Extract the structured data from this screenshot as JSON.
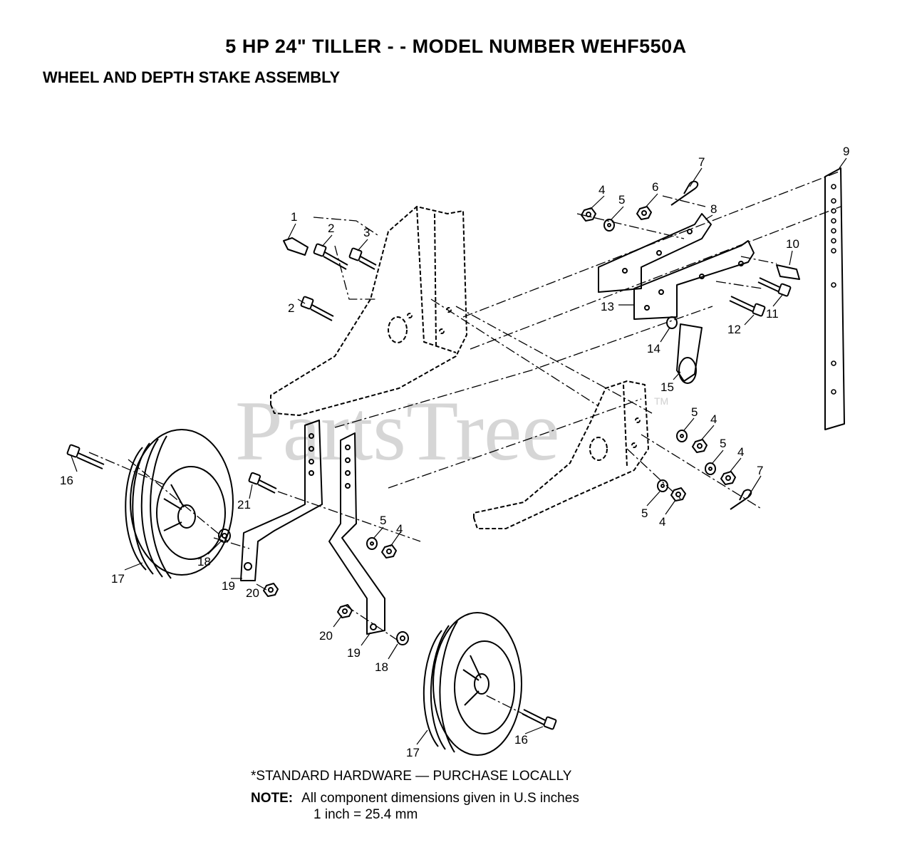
{
  "title": "5 HP 24\" TILLER - - MODEL NUMBER WEHF550A",
  "subtitle": "WHEEL AND DEPTH STAKE ASSEMBLY",
  "watermark": {
    "text": "PartsTree",
    "tm": "TM"
  },
  "callouts": [
    {
      "id": "c1",
      "text": "1"
    },
    {
      "id": "c2a",
      "text": "2"
    },
    {
      "id": "c3",
      "text": "3"
    },
    {
      "id": "c2b",
      "text": "2"
    },
    {
      "id": "c4a",
      "text": "4"
    },
    {
      "id": "c5a",
      "text": "5"
    },
    {
      "id": "c6",
      "text": "6"
    },
    {
      "id": "c7a",
      "text": "7"
    },
    {
      "id": "c8",
      "text": "8"
    },
    {
      "id": "c9",
      "text": "9"
    },
    {
      "id": "c10",
      "text": "10"
    },
    {
      "id": "c11",
      "text": "11"
    },
    {
      "id": "c12",
      "text": "12"
    },
    {
      "id": "c13",
      "text": "13"
    },
    {
      "id": "c14",
      "text": "14"
    },
    {
      "id": "c15",
      "text": "15"
    },
    {
      "id": "c16a",
      "text": "16"
    },
    {
      "id": "c17a",
      "text": "17"
    },
    {
      "id": "c18a",
      "text": "18"
    },
    {
      "id": "c19a",
      "text": "19"
    },
    {
      "id": "c20a",
      "text": "20"
    },
    {
      "id": "c21",
      "text": "21"
    },
    {
      "id": "c5b",
      "text": "5"
    },
    {
      "id": "c4b",
      "text": "4"
    },
    {
      "id": "c5c",
      "text": "5"
    },
    {
      "id": "c4c",
      "text": "4"
    },
    {
      "id": "c5d",
      "text": "5"
    },
    {
      "id": "c4d",
      "text": "4"
    },
    {
      "id": "c7b",
      "text": "7"
    },
    {
      "id": "c5e",
      "text": "5"
    },
    {
      "id": "c4e",
      "text": "4"
    },
    {
      "id": "c20b",
      "text": "20"
    },
    {
      "id": "c19b",
      "text": "19"
    },
    {
      "id": "c18b",
      "text": "18"
    },
    {
      "id": "c17b",
      "text": "17"
    },
    {
      "id": "c16b",
      "text": "16"
    }
  ],
  "footer": {
    "standard_hardware": "*STANDARD HARDWARE — PURCHASE LOCALLY",
    "note_label": "NOTE:",
    "note_text": "All component dimensions given in U.S  inches",
    "conversion": "1 inch = 25.4 mm"
  }
}
